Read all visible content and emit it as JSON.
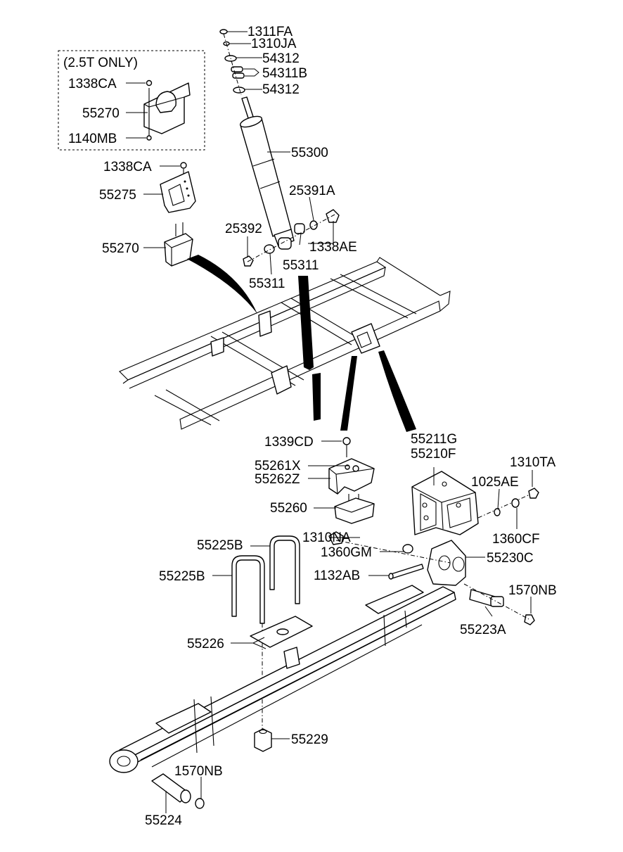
{
  "option_box": {
    "note": "(2.5T ONLY)"
  },
  "labels": {
    "l_1311FA": "1311FA",
    "l_1310JA": "1310JA",
    "l_54312_top": "54312",
    "l_54311B": "54311B",
    "l_54312_bot": "54312",
    "l_55300": "55300",
    "l_25391A": "25391A",
    "l_25392": "25392",
    "l_1338AE": "1338AE",
    "l_55311_right": "55311",
    "l_55311_left": "55311",
    "l_1338CA_box": "1338CA",
    "l_55270_box": "55270",
    "l_1140MB": "1140MB",
    "l_1338CA": "1338CA",
    "l_55275": "55275",
    "l_55270": "55270",
    "l_55211G": "55211G",
    "l_55210F": "55210F",
    "l_1310TA": "1310TA",
    "l_1025AE": "1025AE",
    "l_1360CF": "1360CF",
    "l_1339CD": "1339CD",
    "l_55261X": "55261X",
    "l_55262Z": "55262Z",
    "l_55260": "55260",
    "l_1310NA": "1310NA",
    "l_1360GM": "1360GM",
    "l_55230C": "55230C",
    "l_1132AB": "1132AB",
    "l_55225B_top": "55225B",
    "l_55225B_left": "55225B",
    "l_1570NB_right": "1570NB",
    "l_55223A": "55223A",
    "l_55226": "55226",
    "l_55229": "55229",
    "l_1570NB_bottom": "1570NB",
    "l_55224": "55224"
  }
}
